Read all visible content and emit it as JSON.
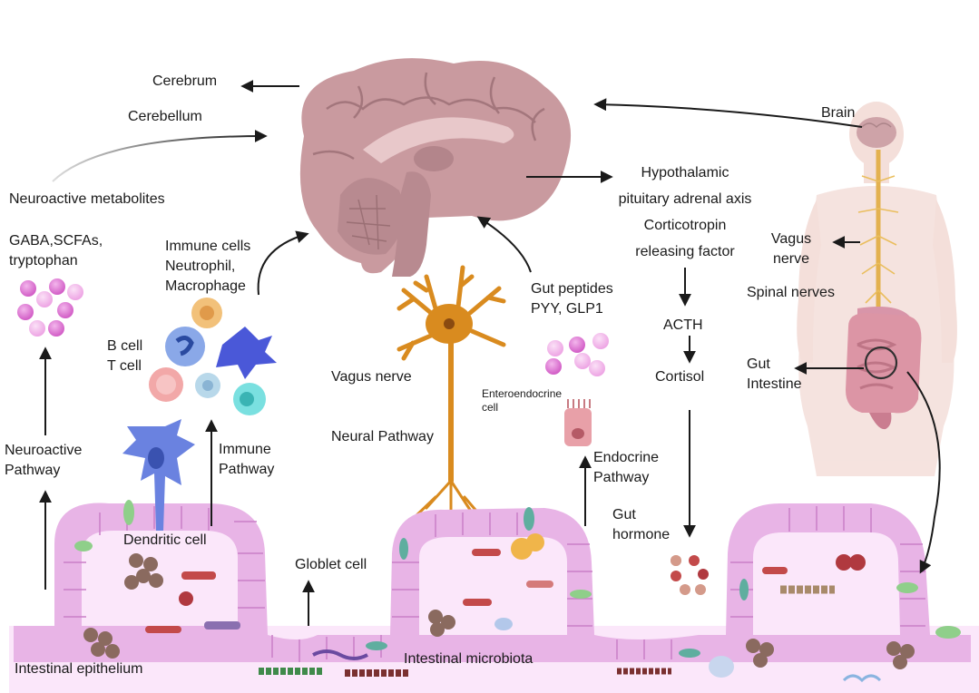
{
  "labels": {
    "cerebrum": "Cerebrum",
    "cerebellum": "Cerebellum",
    "neuroactive_metabolites": "Neuroactive metabolites",
    "metabolite_examples": "GABA,SCFAs,\ntryptophan",
    "immune_cells": "Immune cells\nNeutrophil,\nMacrophage",
    "b_t_cell": "B cell\nT cell",
    "neuroactive_pathway": "Neuroactive\nPathway",
    "dendritic_cell": "Dendritic cell",
    "immune_pathway": "Immune\nPathway",
    "globlet_cell": "Globlet cell",
    "vagus_nerve_center": "Vagus nerve",
    "neural_pathway": "Neural Pathway",
    "gut_peptides": "Gut peptides\nPYY, GLP1",
    "enteroendocrine_cell": "Enteroendocrine\ncell",
    "endocrine_pathway": "Endocrine\nPathway",
    "hpa_axis": "Hypothalamic\npituitary adrenal axis\nCorticotropin\nreleasing factor",
    "acth": "ACTH",
    "cortisol": "Cortisol",
    "gut_hormone": "Gut\nhormone",
    "brain": "Brain",
    "vagus_nerve_body": "Vagus\nnerve",
    "spinal_nerves": "Spinal nerves",
    "gut_intestine": "Gut\nIntestine",
    "intestinal_epithelium": "Intestinal epithelium",
    "intestinal_microbiota": "Intestinal microbiota"
  },
  "colors": {
    "brain": "#c99a9f",
    "brain_dark": "#a3767c",
    "epithelium": "#e8b4e6",
    "epithelium_dark": "#c97ec7",
    "lumen": "#fbe7fa",
    "neuron": "#d98b1f",
    "metabolite": "#d35ac8",
    "body": "#f2d6d0",
    "arrow": "#1a1a1a"
  }
}
